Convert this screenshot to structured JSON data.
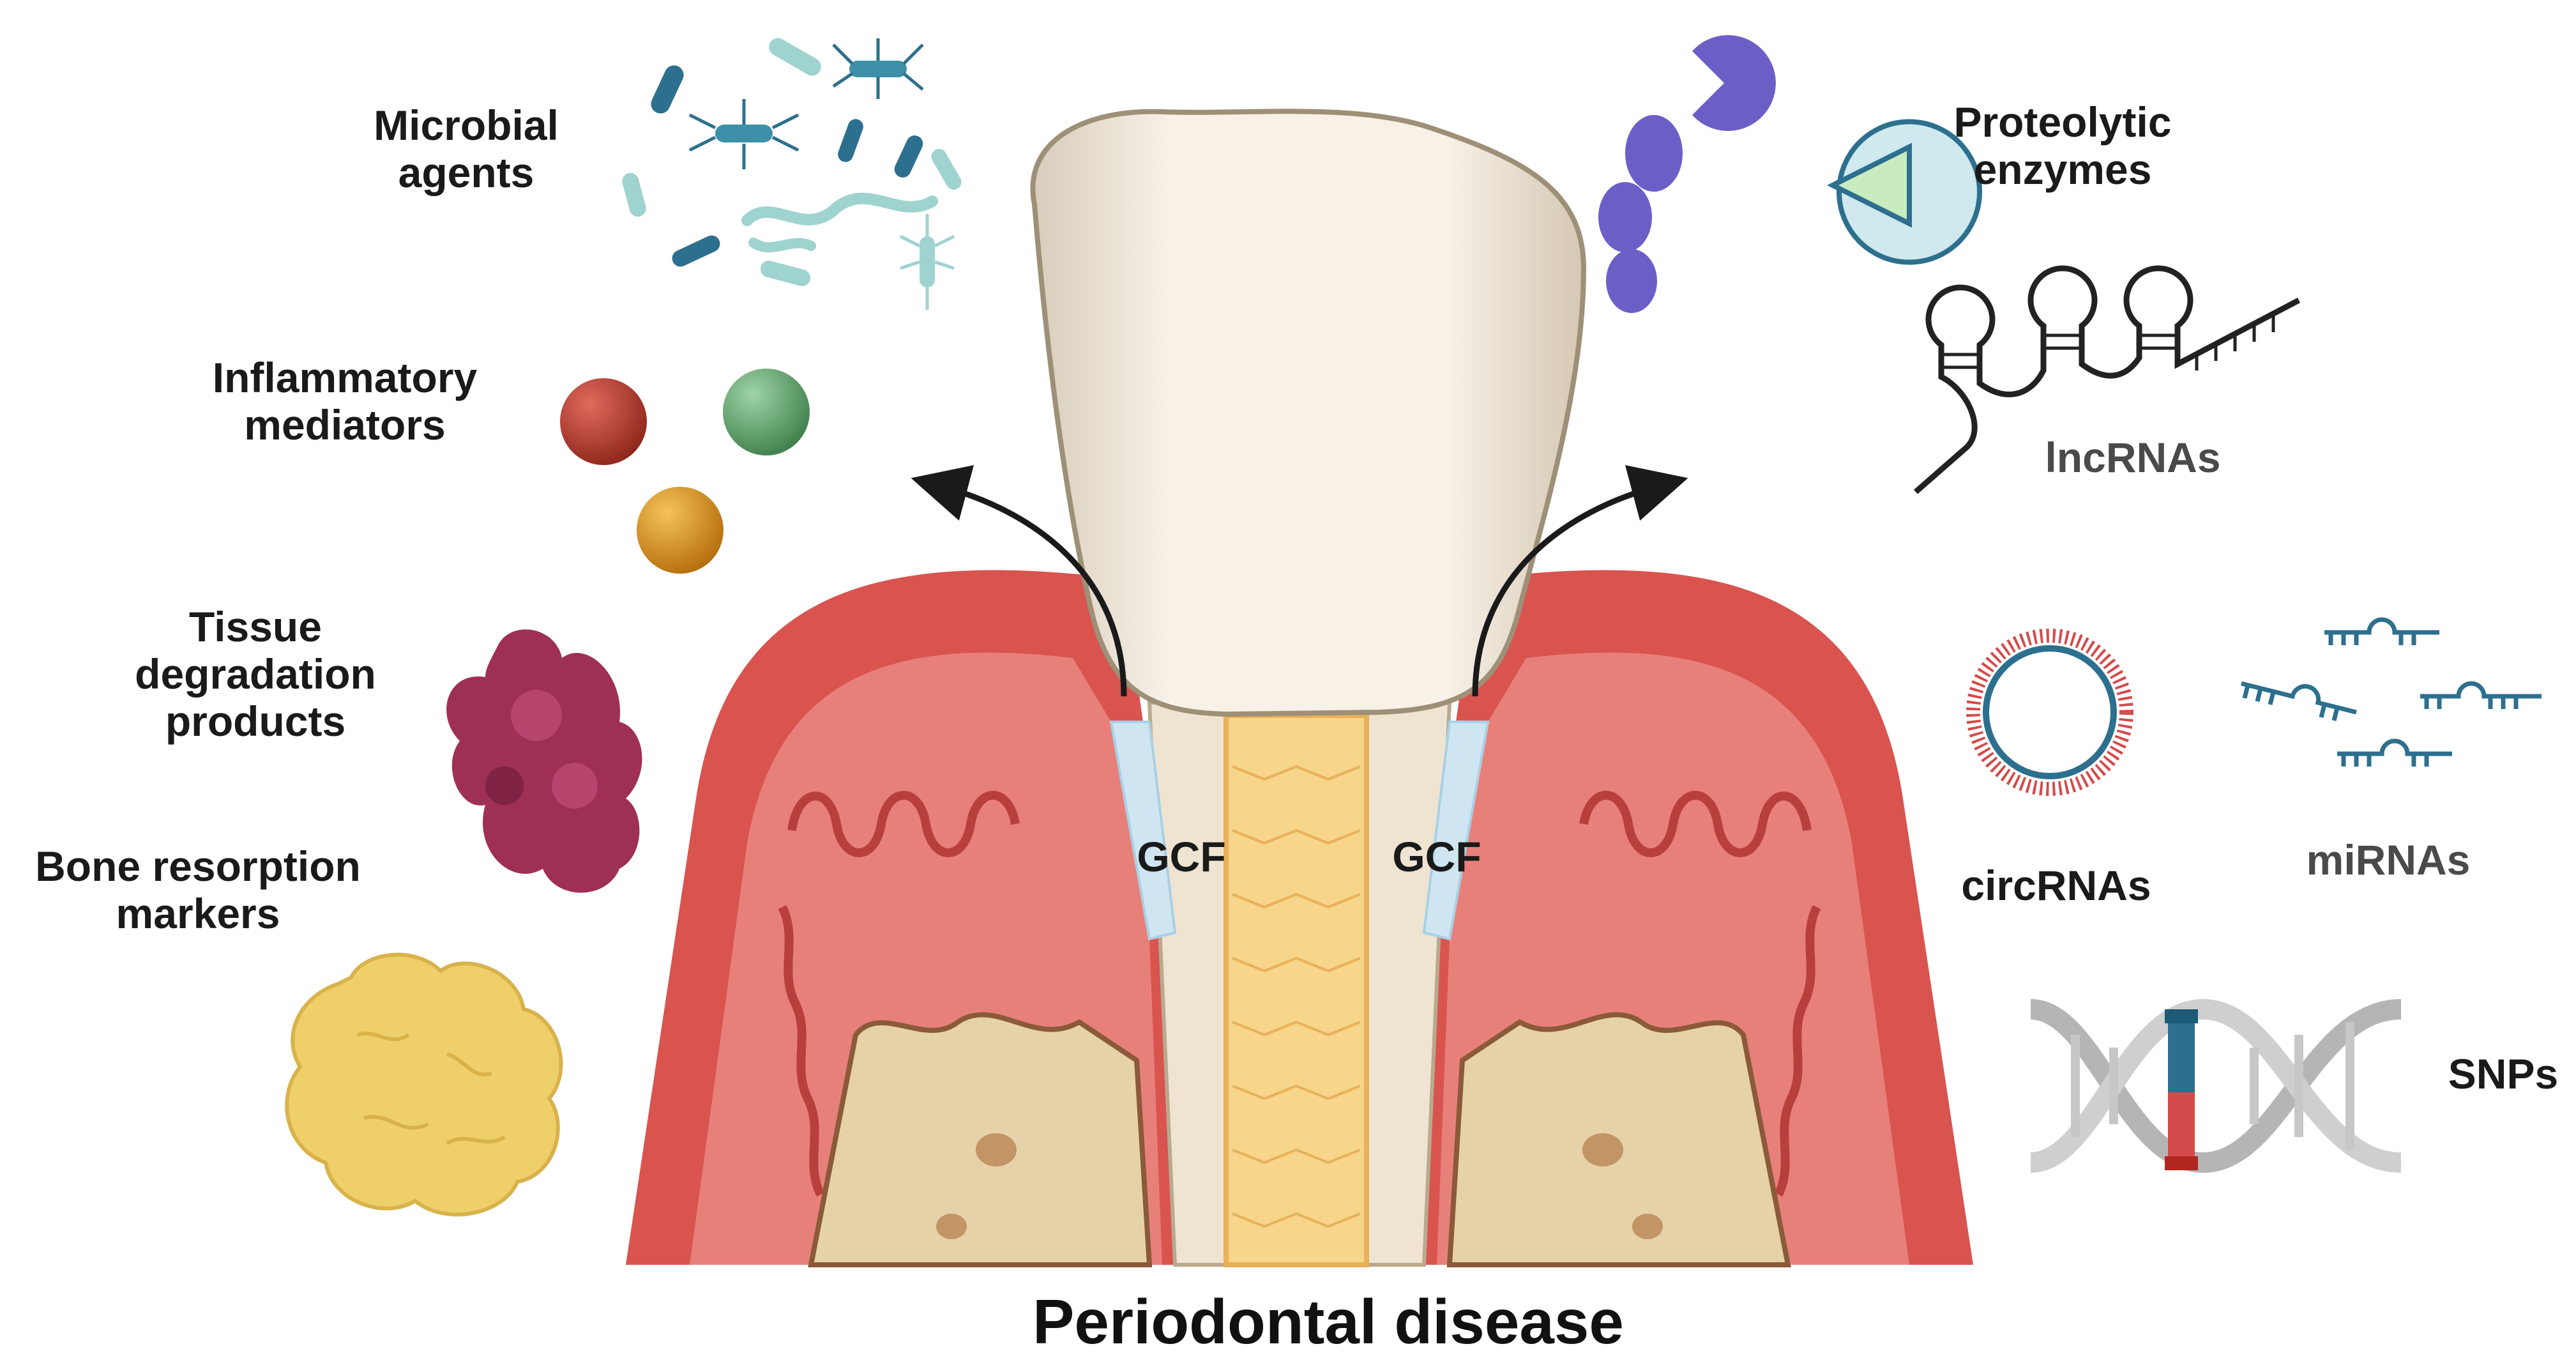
{
  "labels": {
    "microbial": [
      "Microbial",
      "agents"
    ],
    "inflammatory": [
      "Inflammatory",
      "mediators"
    ],
    "tissue": [
      "Tissue",
      "degradation",
      "products"
    ],
    "bone": [
      "Bone resorption",
      "markers"
    ],
    "proteolytic": [
      "Proteolytic",
      "enzymes"
    ],
    "lncrnas": "lncRNAs",
    "circrnas": "circRNAs",
    "mirnas": "miRNAs",
    "snps": "SNPs",
    "gcf_left": "GCF",
    "gcf_right": "GCF",
    "title": "Periodontal disease"
  },
  "colors": {
    "gum_outer": "#d9534f",
    "gum_inner": "#e8807a",
    "gum_dark": "#b8403c",
    "tooth": "#f3ebdf",
    "pulp": "#f7d58a",
    "bone": "#e6d2a8",
    "gcf": "#cfe6f2",
    "bacteria_dark": "#2d6f8e",
    "bacteria_light": "#9fd3cf",
    "mediator_red": "#b23a2e",
    "mediator_green": "#5fa36a",
    "mediator_orange": "#e39a1e",
    "tissue_product": "#9e2f55",
    "bone_marker": "#efcf6a",
    "enzyme_purple": "#6b5fc7",
    "enzyme_teal": "#cfe9ee",
    "enzyme_green": "#c8ecc0",
    "rna_red": "#d44b4b",
    "rna_blue": "#2d6f8e",
    "dna_gray": "#b5b5b5"
  },
  "icons": [
    "bacteria-icon",
    "mediator-bead-icon",
    "protein-aggregate-icon",
    "bone-marker-icon",
    "enzyme-icon",
    "lncrna-icon",
    "circrna-icon",
    "mirna-icon",
    "dna-helix-icon",
    "arrow-icon"
  ]
}
